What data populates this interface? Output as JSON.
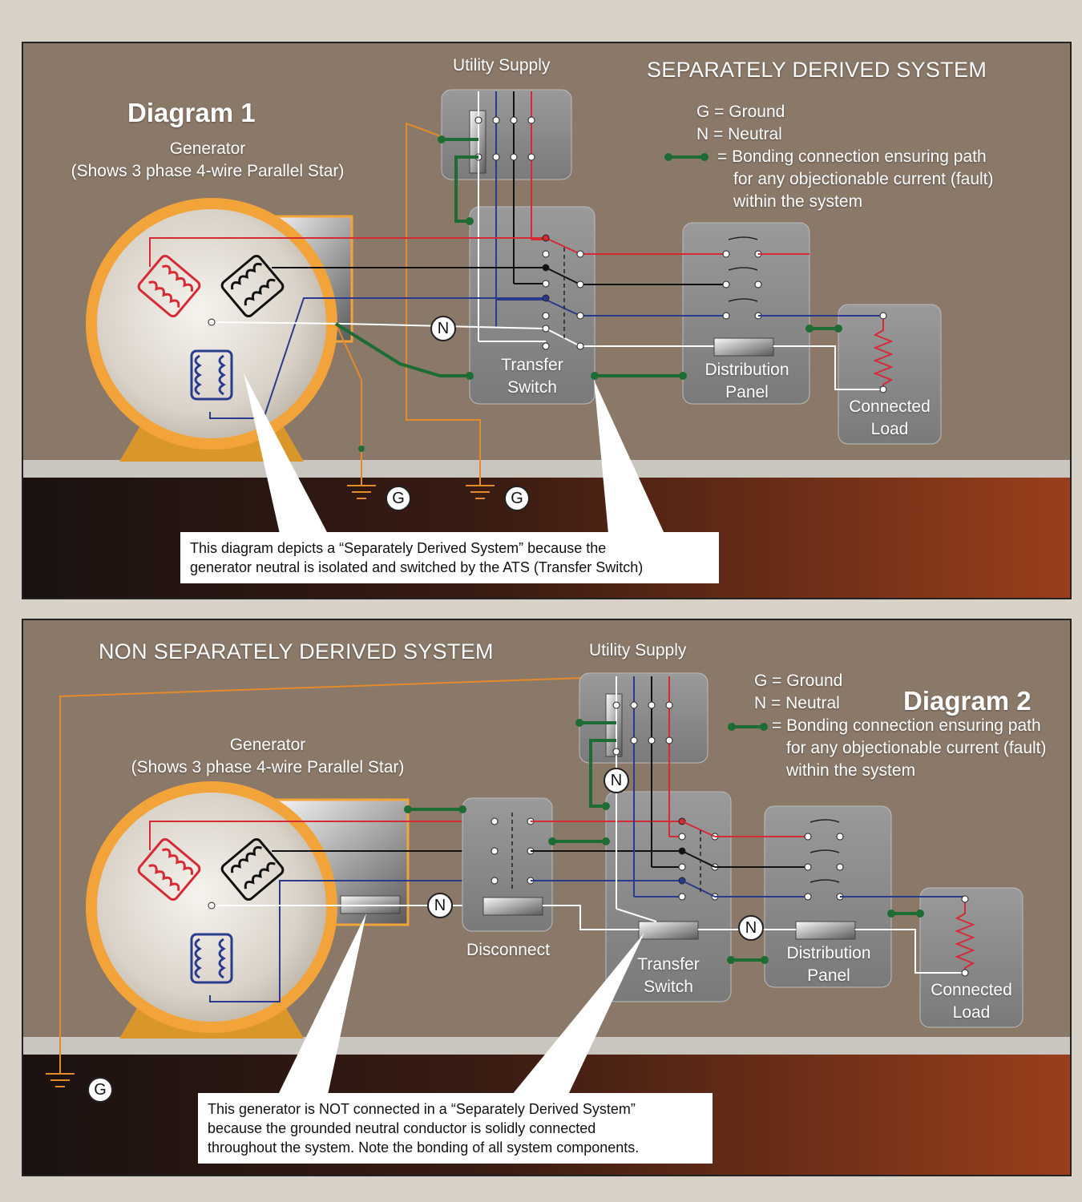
{
  "diagram1": {
    "label": "Diagram 1",
    "title": "SEPARATELY DERIVED SYSTEM",
    "generator_line1": "Generator",
    "generator_line2": "(Shows 3 phase 4-wire Parallel Star)",
    "utility_supply": "Utility Supply",
    "legend_g": "G = Ground",
    "legend_n": "N = Neutral",
    "legend_bond": "= Bonding connection ensuring path",
    "legend_bond2": "for any objectionable current (fault)",
    "legend_bond3": "within the system",
    "transfer_switch_1": "Transfer",
    "transfer_switch_2": "Switch",
    "distribution_panel_1": "Distribution",
    "distribution_panel_2": "Panel",
    "connected_load_1": "Connected",
    "connected_load_2": "Load",
    "neutral_mark": "N",
    "ground_mark": "G",
    "callout_1": "This diagram depicts a “Separately Derived System” because the",
    "callout_2": "generator neutral is isolated and switched by the ATS (Transfer Switch)"
  },
  "diagram2": {
    "label": "Diagram 2",
    "title": "NON SEPARATELY DERIVED SYSTEM",
    "generator_line1": "Generator",
    "generator_line2": "(Shows 3 phase 4-wire Parallel Star)",
    "utility_supply": "Utility Supply",
    "legend_g": "G = Ground",
    "legend_n": "N = Neutral",
    "legend_bond": "= Bonding connection ensuring path",
    "legend_bond2": "for any objectionable current (fault)",
    "legend_bond3": "within the system",
    "disconnect": "Disconnect",
    "transfer_switch_1": "Transfer",
    "transfer_switch_2": "Switch",
    "distribution_panel_1": "Distribution",
    "distribution_panel_2": "Panel",
    "connected_load_1": "Connected",
    "connected_load_2": "Load",
    "neutral_mark": "N",
    "ground_mark": "G",
    "callout_1": "This generator is NOT connected in a “Separately Derived System”",
    "callout_2": "because the grounded neutral conductor is solidly connected",
    "callout_3": "throughout the system. Note the bonding of all system components."
  },
  "colors": {
    "background": "#8a7868",
    "phase_red": "#d62a35",
    "phase_black": "#111111",
    "phase_blue": "#2a3a8c",
    "neutral_white": "#ffffff",
    "ground_orange": "#e58a2a",
    "bond_green": "#1e6b34",
    "soil": "#8a3a1a",
    "generator_ring": "#f2a43a"
  }
}
